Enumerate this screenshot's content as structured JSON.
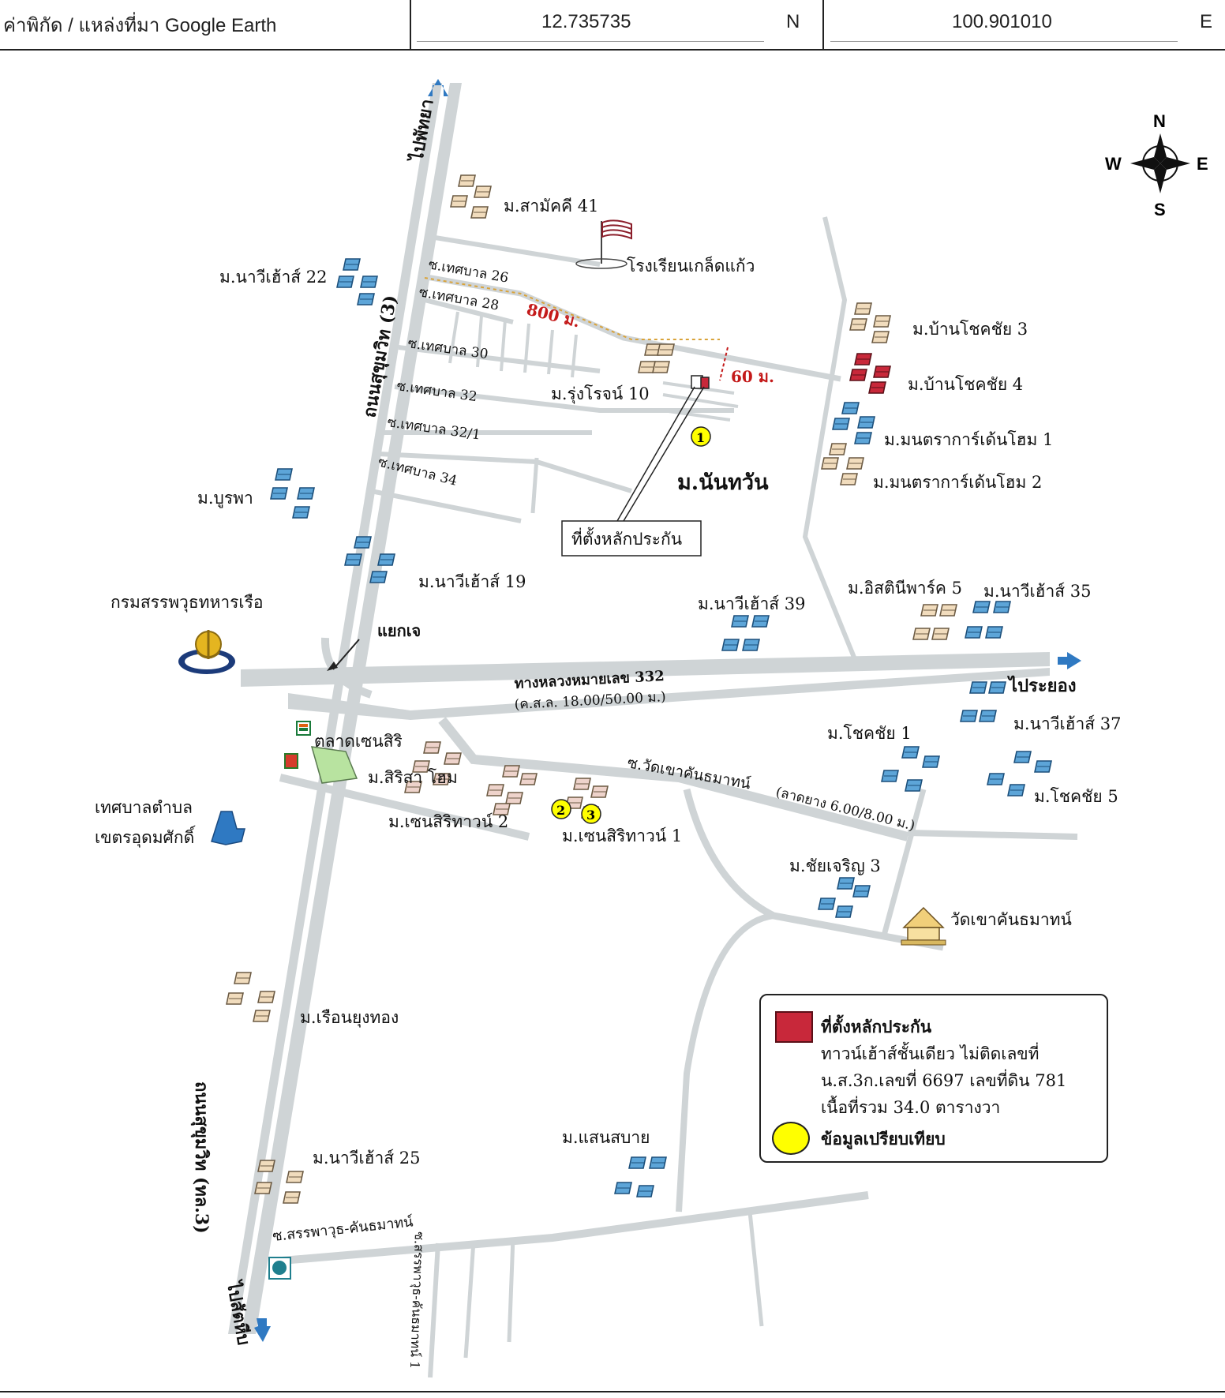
{
  "header": {
    "source_label": "ค่าพิกัด / แหล่งที่มา Google Earth",
    "lat": "12.735735",
    "lat_dir": "N",
    "lon": "100.901010",
    "lon_dir": "E"
  },
  "compass": {
    "n": "N",
    "s": "S",
    "e": "E",
    "w": "W"
  },
  "roads": {
    "sukhumvit_north": "ถนนสุขุมวิท (3)",
    "sukhumvit_south": "ถนนสุขุมวิท (ทล.3)",
    "to_pattaya": "ไปพัทยา",
    "to_sattahip": "ไปสัตหีบ",
    "to_rayong": "ไประยอง",
    "hw332": "ทางหลวงหมายเลข 332",
    "hw332_width": "(ค.ส.ล. 18.00/50.00 ม.)",
    "wat_road": "ซ.วัดเขาคันธมาทน์",
    "wat_road_width": "(ลาดยาง 6.00/8.00 ม.)",
    "sanphawut": "ซ.สรรพาวุธ-คันธมาทน์",
    "sanphawut_v": "ซ.สรรพาวุธ-คันธมาทน์ 1",
    "junction": "แยกเจ",
    "soi": [
      "ซ.เทศบาล 26",
      "ซ.เทศบาล 28",
      "ซ.เทศบาล 30",
      "ซ.เทศบาล 32",
      "ซ.เทศบาล 32/1",
      "ซ.เทศบาล 34"
    ]
  },
  "distances": {
    "d800": "800 ม.",
    "d60": "60 ม."
  },
  "places": {
    "samakkhi41": "ม.สามัคคี 41",
    "school": "โรงเรียนเกล็ดแก้ว",
    "nawi22": "ม.นาวีเฮ้าส์ 22",
    "rungrot10": "ม.รุ่งโรจน์ 10",
    "nanthawan": "ม.นันทวัน",
    "chokchai3": "ม.บ้านโชคชัย 3",
    "chokchai4": "ม.บ้านโชคชัย 4",
    "montra1": "ม.มนตราการ์เด้นโฮม 1",
    "montra2": "ม.มนตราการ์เด้นโฮม 2",
    "burapha": "ม.บูรพา",
    "nawi19": "ม.นาวีเฮ้าส์ 19",
    "ordnance": "กรมสรรพวุธทหารเรือ",
    "nawi39": "ม.นาวีเฮ้าส์ 39",
    "isstini5": "ม.อิสตินีพาร์ค 5",
    "nawi35": "ม.นาวีเฮ้าส์ 35",
    "nawi37": "ม.นาวีเฮ้าส์ 37",
    "market": "ตลาดเซนสิริ",
    "sirisa": "ม.สิริสา โฮม",
    "sensiri2": "ม.เซนสิริทาวน์ 2",
    "sensiri1": "ม.เซนสิริทาวน์ 1",
    "municipality1": "เทศบาลตำบล",
    "municipality2": "เขตรอุดมศักดิ์",
    "chokchai1": "ม.โชคชัย 1",
    "chokchai5": "ม.โชคชัย 5",
    "chaicharoen3": "ม.ชัยเจริญ 3",
    "temple": "วัดเขาคันธมาทน์",
    "ruenyung": "ม.เรือนยุงทอง",
    "nawi25": "ม.นาวีเฮ้าส์ 25",
    "saensabai": "ม.แสนสบาย",
    "collateral_site": "ที่ตั้งหลักประกัน"
  },
  "markers": [
    "1",
    "2",
    "3"
  ],
  "legend": {
    "title": "ที่ตั้งหลักประกัน",
    "line1": "ทาวน์เฮ้าส์ชั้นเดียว   ไม่ติดเลขที่",
    "line2": "น.ส.3ก.เลขที่ 6697  เลขที่ดิน 781",
    "line3": "เนื้อที่รวม 34.0 ตารางวา",
    "compare": "ข้อมูลเปรียบเทียบ"
  },
  "colors": {
    "road": "#cfd4d6",
    "house_blue": "#5da5d8",
    "house_tan": "#f1dcbd",
    "house_pink": "#eed3cb",
    "house_red": "#c8283a",
    "marker_yellow": "#ffff00",
    "arrow_blue": "#2f79c2",
    "distance_red": "#c41a1a"
  }
}
